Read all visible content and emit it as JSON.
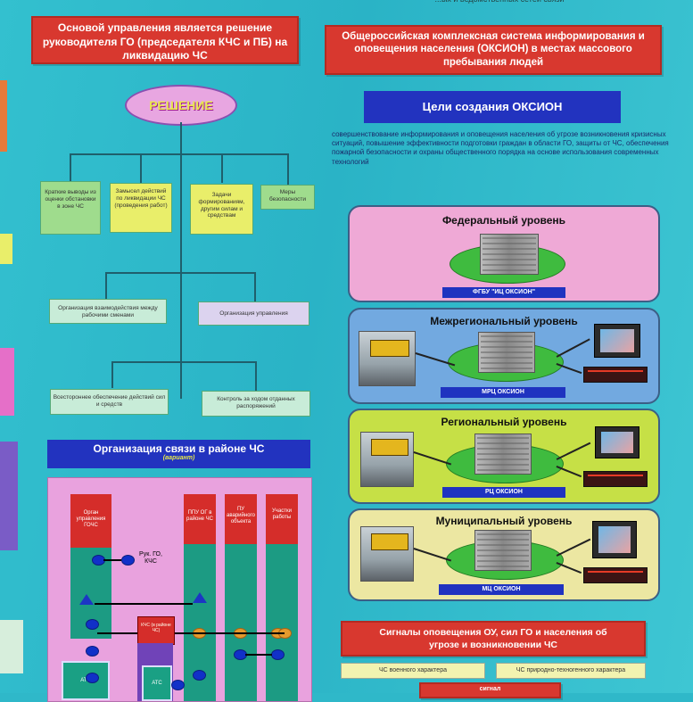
{
  "top_strip": "...ых и ведомственных сетей связи",
  "left": {
    "decision_title": "Основой управления является решение руководителя ГО (председателя КЧС и ПБ) на ликвидацию ЧС",
    "decision_label": "РЕШЕНИЕ",
    "boxes_row1": [
      "Краткие выводы из оценки обстановки в зоне ЧС",
      "Замысел действий по ликвидации ЧС (проведения работ)",
      "Задачи формированиям, другим силам и средствам",
      "Меры безопасности"
    ],
    "box_interaction": "Организация взаимодействия между рабочими сменами",
    "box_management": "Организация управления",
    "box_support": "Всестороннее обеспечение действий сил и средств",
    "box_control": "Контроль за ходом отданных распоряжений",
    "comm_title": "Организация связи в районе ЧС",
    "comm_subtitle": "(вариант)",
    "columns": [
      "Орган управления ГОЧС",
      "ППУ ОГ в районе ЧС",
      "ПУ аварийного объекта",
      "Участки работы"
    ],
    "ruk_label": "Рук. ГО, КЧС",
    "small_label": "КЧС (в районе ЧС)",
    "ats_label": "АТС",
    "ats_label_2": "АТС"
  },
  "right": {
    "system_title": "Общероссийская комплексная система информирования и оповещения населения (ОКСИОН) в местах массового пребывания людей",
    "goals_title": "Цели создания ОКСИОН",
    "goals_text": "совершенствование информирования и оповещения населения об угрозе возникновения кризисных ситуаций, повышение эффективности подготовки граждан в области ГО, защиты от ЧС, обеспечения пожарной безопасности и охраны общественного порядка на основе использования современных технологий",
    "levels": [
      {
        "title": "Федеральный уровень",
        "tag": "ФГБУ \"ИЦ ОКСИОН\"",
        "color": "#efa9d6"
      },
      {
        "title": "Межрегиональный уровень",
        "tag": "МРЦ ОКСИОН",
        "color": "#72a9e0"
      },
      {
        "title": "Региональный уровень",
        "tag": "РЦ ОКСИОН",
        "color": "#c6e046"
      },
      {
        "title": "Муниципальный уровень",
        "tag": "МЦ ОКСИОН",
        "color": "#ece7a2"
      }
    ],
    "signals_title": "Сигналы оповещения ОУ, сил ГО и населения об угрозе и возникновении ЧС",
    "signals_boxes": [
      "ЧС военного характера",
      "ЧС природно-техногенного характера"
    ],
    "signal_bottom": "сигнал"
  }
}
